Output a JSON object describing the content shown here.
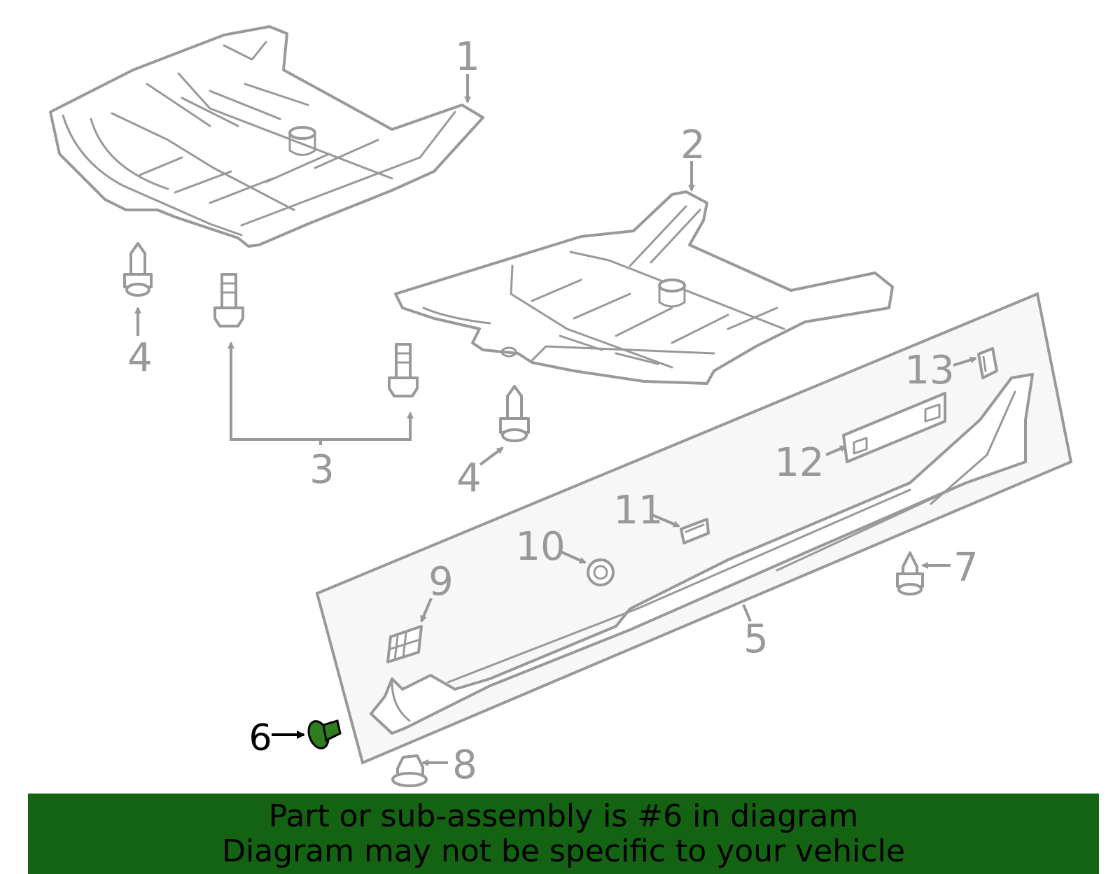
{
  "diagram": {
    "callouts": {
      "c1": "1",
      "c2": "2",
      "c3": "3",
      "c4a": "4",
      "c4b": "4",
      "c5": "5",
      "c6": "6",
      "c7": "7",
      "c8": "8",
      "c9": "9",
      "c10": "10",
      "c11": "11",
      "c12": "12",
      "c13": "13"
    },
    "highlighted_part": "6",
    "highlight_color": "#2e7d1e",
    "line_color": "#999999"
  },
  "banner": {
    "line1": "Part or sub-assembly is #6 in diagram",
    "line2": "Diagram may not be specific to your vehicle",
    "background_color": "#136312"
  }
}
